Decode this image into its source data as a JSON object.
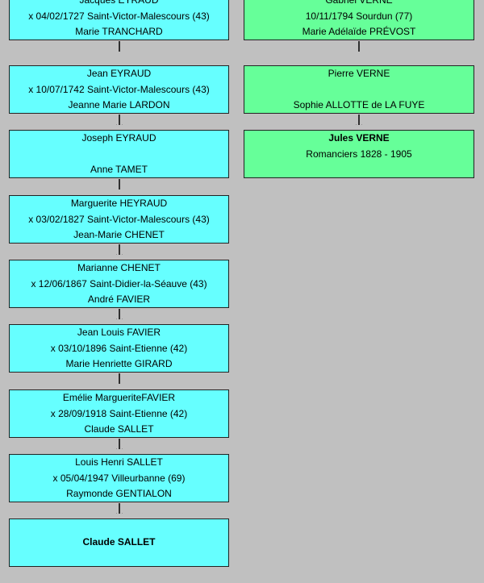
{
  "left_chain": [
    {
      "lines": [
        "Jacques EYRAUD",
        "x 04/02/1727 Saint-Victor-Malescours (43)",
        "Marie TRANCHARD"
      ]
    },
    {
      "lines": [
        "Jean EYRAUD",
        "x 10/07/1742 Saint-Victor-Malescours (43)",
        "Jeanne Marie LARDON"
      ]
    },
    {
      "lines": [
        "Joseph EYRAUD",
        "",
        "Anne TAMET"
      ]
    },
    {
      "lines": [
        "Marguerite HEYRAUD",
        "x 03/02/1827 Saint-Victor-Malescours (43)",
        "Jean-Marie CHENET"
      ]
    },
    {
      "lines": [
        "Marianne CHENET",
        "x 12/06/1867 Saint-Didier-la-Séauve (43)",
        "André FAVIER"
      ]
    },
    {
      "lines": [
        "Jean Louis FAVIER",
        "x 03/10/1896 Saint-Etienne (42)",
        "Marie Henriette GIRARD"
      ]
    },
    {
      "lines": [
        "Emélie MargueriteFAVIER",
        "x 28/09/1918 Saint-Etienne (42)",
        "Claude SALLET"
      ]
    },
    {
      "lines": [
        "Louis Henri SALLET",
        "x 05/04/1947 Villeurbanne (69)",
        "Raymonde GENTIALON"
      ]
    },
    {
      "lines": [
        "Claude SALLET"
      ],
      "bold": true
    }
  ],
  "right_chain": [
    {
      "lines": [
        "Gabriel VERNE",
        "10/11/1794 Sourdun (77)",
        "Marie Adélaïde PRÉVOST"
      ]
    },
    {
      "lines": [
        "Pierre VERNE",
        "",
        "Sophie ALLOTTE de LA FUYE"
      ]
    },
    {
      "lines": [
        "Jules VERNE",
        "Romanciers 1828 - 1905"
      ],
      "bold_first": true
    }
  ],
  "colors": {
    "background": "#c0c0c0",
    "left_box": "#66ffff",
    "right_box": "#66ff99"
  }
}
